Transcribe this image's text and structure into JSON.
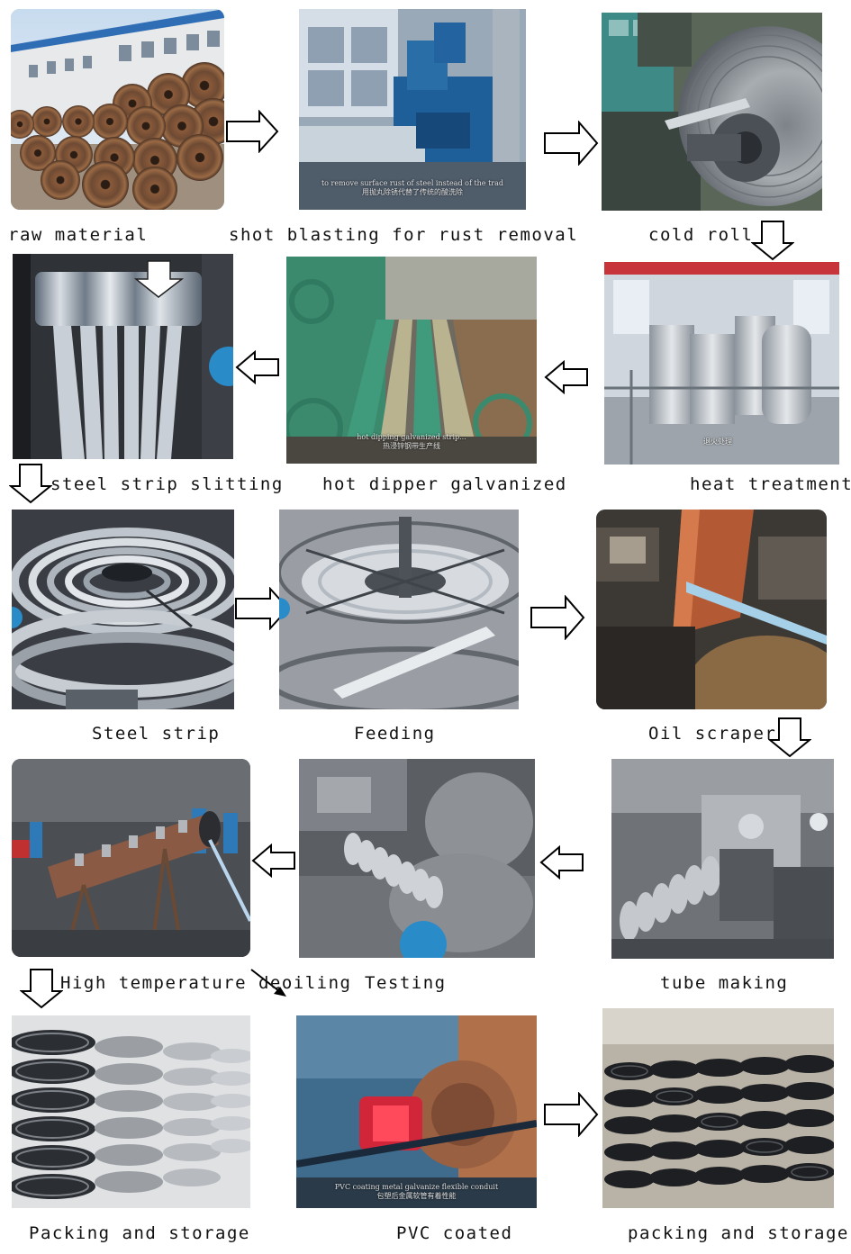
{
  "steps": [
    {
      "label": "raw material"
    },
    {
      "label": "shot blasting for rust removal"
    },
    {
      "label": "cold roll"
    },
    {
      "label": "heat treatment"
    },
    {
      "label": "hot dipper galvanized"
    },
    {
      "label": "steel strip slitting"
    },
    {
      "label": "Steel strip"
    },
    {
      "label": "Feeding"
    },
    {
      "label": "Oil scraper"
    },
    {
      "label": "tube making"
    },
    {
      "label": "Testing"
    },
    {
      "label": "High temperature deoiling"
    },
    {
      "label": "Packing and storage"
    },
    {
      "label": "PVC coated"
    },
    {
      "label": "packing and storage"
    }
  ],
  "photo_captions": {
    "shot_blasting_en": "to remove surface rust of steel instead of the trad",
    "shot_blasting_cn": "用抛丸除锈代替了传统的酸洗除",
    "galvanized_en": "hot dipping galvanized strip...",
    "galvanized_cn": "热浸锌钢带生产线",
    "heat_treatment": "退火处理",
    "pvc_en": "PVC coating metal galvanize flexible conduit",
    "pvc_cn": "包塑后金属软管有着性能"
  },
  "colors": {
    "arrow_stroke": "#000000",
    "arrow_fill": "#ffffff",
    "text": "#111111",
    "background": "#ffffff"
  }
}
